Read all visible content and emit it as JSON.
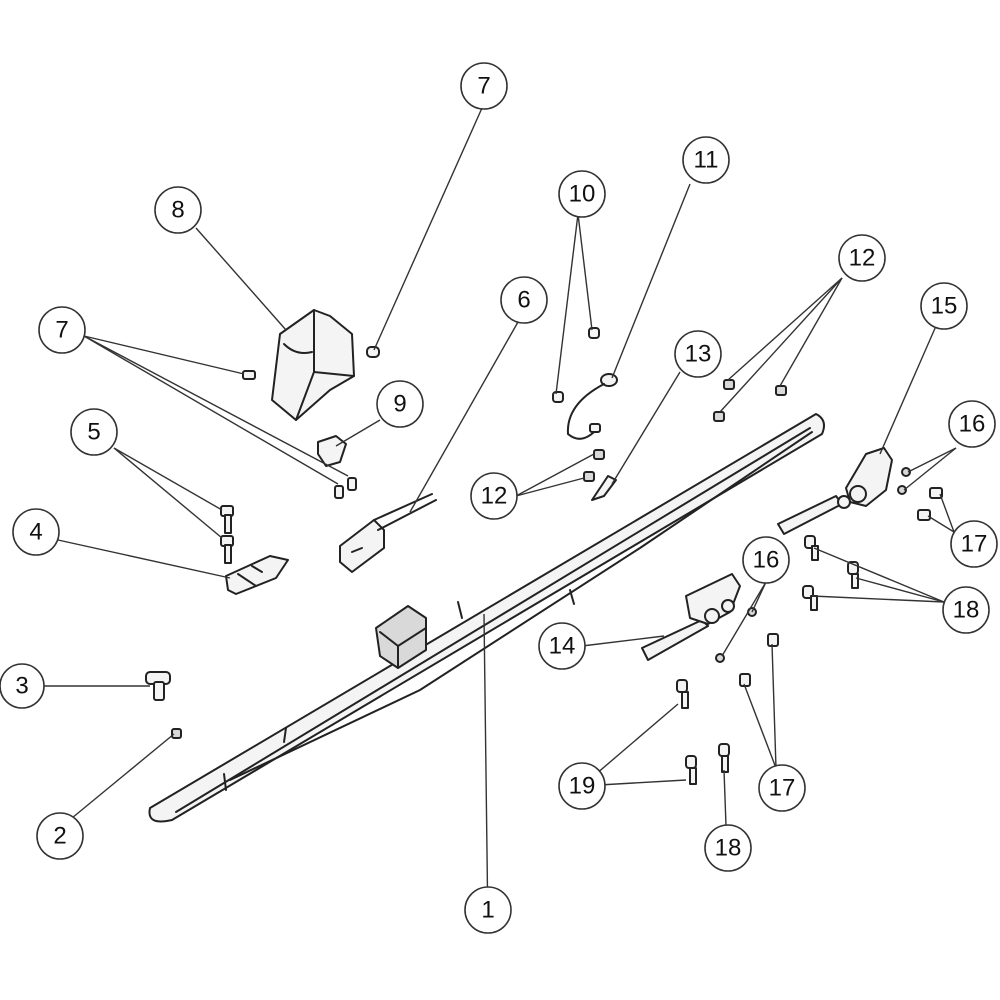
{
  "callouts": [
    {
      "key": "c1",
      "label": "1"
    },
    {
      "key": "c2",
      "label": "2"
    },
    {
      "key": "c3",
      "label": "3"
    },
    {
      "key": "c4",
      "label": "4"
    },
    {
      "key": "c5",
      "label": "5"
    },
    {
      "key": "c6",
      "label": "6"
    },
    {
      "key": "c7a",
      "label": "7"
    },
    {
      "key": "c7b",
      "label": "7"
    },
    {
      "key": "c8",
      "label": "8"
    },
    {
      "key": "c9",
      "label": "9"
    },
    {
      "key": "c10",
      "label": "10"
    },
    {
      "key": "c11",
      "label": "11"
    },
    {
      "key": "c12a",
      "label": "12"
    },
    {
      "key": "c12b",
      "label": "12"
    },
    {
      "key": "c13",
      "label": "13"
    },
    {
      "key": "c14",
      "label": "14"
    },
    {
      "key": "c15",
      "label": "15"
    },
    {
      "key": "c16a",
      "label": "16"
    },
    {
      "key": "c16b",
      "label": "16"
    },
    {
      "key": "c17a",
      "label": "17"
    },
    {
      "key": "c17b",
      "label": "17"
    },
    {
      "key": "c18a",
      "label": "18"
    },
    {
      "key": "c18b",
      "label": "18"
    },
    {
      "key": "c19",
      "label": "19"
    }
  ]
}
